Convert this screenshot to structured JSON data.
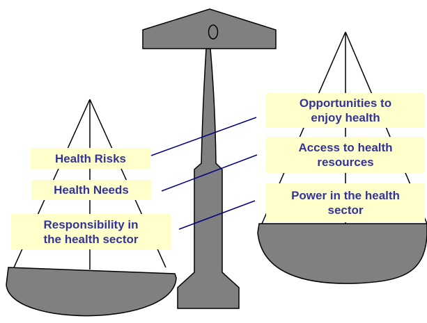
{
  "diagram": {
    "left_pan": {
      "labels": [
        {
          "lines": [
            "Health Risks"
          ]
        },
        {
          "lines": [
            "Health Needs"
          ]
        },
        {
          "lines": [
            "Responsibility in",
            "the health sector"
          ]
        }
      ]
    },
    "right_pan": {
      "labels": [
        {
          "lines": [
            "Opportunities to",
            "enjoy health"
          ]
        },
        {
          "lines": [
            "Access to health",
            "resources"
          ]
        },
        {
          "lines": [
            "Power in the health",
            "sector"
          ]
        }
      ]
    },
    "colors": {
      "scale_fill": "#808080",
      "outline": "#000000",
      "connector": "#000080",
      "label_bg": "#ffffcc",
      "label_text": "#333399"
    }
  }
}
